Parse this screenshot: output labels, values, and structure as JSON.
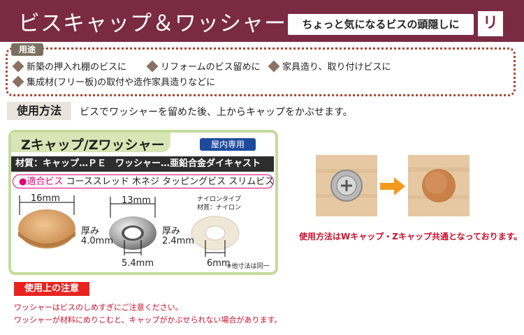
{
  "header": {
    "title": "ビスキャップ＆ワッシャー",
    "subtitle": "ちょっと気になるビスの頭隠しに",
    "tab": "リ"
  },
  "usage": {
    "label": "用途",
    "items": [
      "新築の押入れ棚のビスに",
      "リフォームのビス留めに",
      "家具造り、取り付けビスに",
      "集成材(フリー板)の取付や造作家具造りなどに"
    ]
  },
  "how_to_use": {
    "label": "使用方法",
    "text": "ビスでワッシャーを留めた後、上からキャップをかぶせます。"
  },
  "product": {
    "name": "Zキャップ/Zワッシャー",
    "badge": "屋内専用",
    "material": "材質：キャップ…ＰＥ　ワッシャー…亜鉛合金ダイキャスト",
    "fit_label": "●適合ビス",
    "fit_text": " コーススレッド 木ネジ タッピングビス スリムビス",
    "cap": {
      "width": "16mm",
      "thickness_label": "厚み",
      "thickness": "4.0mm"
    },
    "washer": {
      "width": "13mm",
      "thickness_label": "厚み",
      "thickness": "2.4mm",
      "hole": "5.4mm"
    },
    "nylon": {
      "type": "ナイロンタイプ",
      "material": "材質：ナイロン",
      "hole": "6mm",
      "note": "※他寸法は同一"
    }
  },
  "photos_note": "使用方法はWキャップ・Zキャップ共通となっております。",
  "caution": {
    "label": "使用上の注意",
    "lines": [
      "ワッシャーはビスのしめすぎにご注意ください。",
      "ワッシャーが材料にめりこむと、キャップがかぶせられない場合があります。"
    ]
  },
  "colors": {
    "header_bg": "#7a2b42",
    "usage_border": "#a8462f",
    "panel_border": "#c4dc9c",
    "badge": "#1d4a9c",
    "accent_red": "#c8102e",
    "cap": "#dca36a"
  }
}
